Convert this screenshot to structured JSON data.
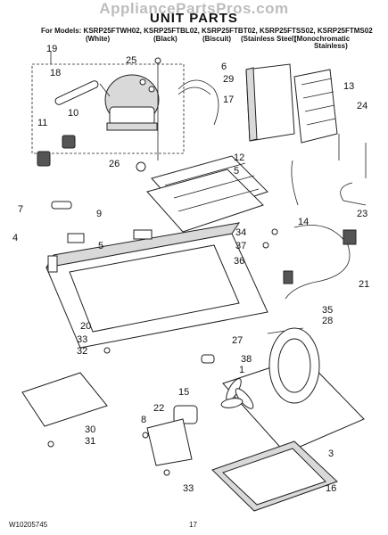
{
  "watermark": "AppliancePartsPros.com",
  "title": "UNIT PARTS",
  "models_line": "For Models: KSRP25FTWH02, KSRP25FTBL02, KSRP25FTBT02, KSRP25FTSS02, KSRP25FTMS02",
  "variants": [
    "(White)",
    "(Black)",
    "(Biscuit)",
    "(Stainless Steel)",
    "(Monochromatic"
  ],
  "variant_extra": "Stainless)",
  "footer": {
    "doc_number": "W10205745",
    "page_number": "17"
  },
  "callouts": [
    "19",
    "25",
    "6",
    "29",
    "13",
    "18",
    "17",
    "24",
    "11",
    "10",
    "26",
    "12",
    "5",
    "7",
    "9",
    "14",
    "23",
    "34",
    "37",
    "4",
    "5",
    "36",
    "21",
    "35",
    "28",
    "20",
    "33",
    "32",
    "27",
    "38",
    "1",
    "15",
    "22",
    "8",
    "30",
    "31",
    "3",
    "33",
    "16"
  ]
}
